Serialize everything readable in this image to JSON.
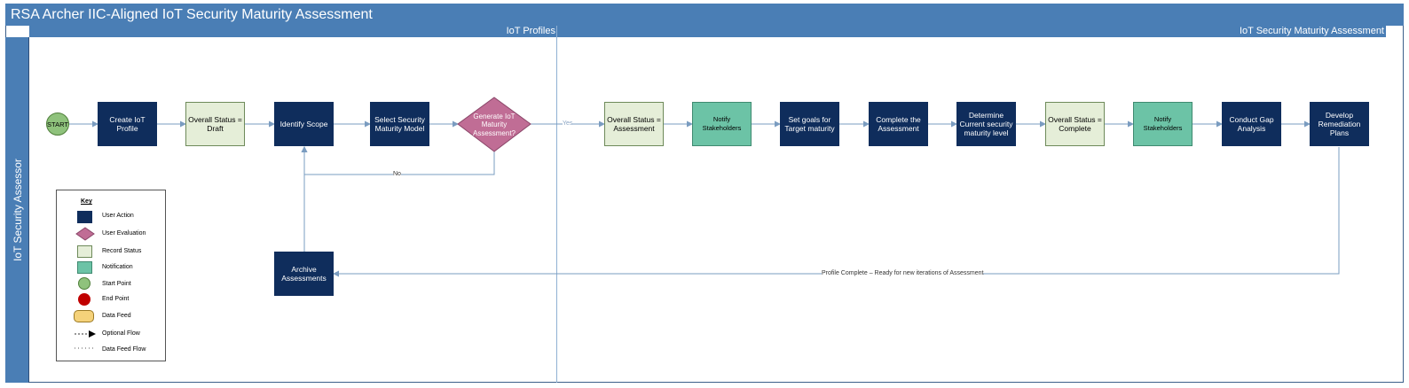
{
  "title": "RSA Archer IIC-Aligned IoT Security Maturity Assessment",
  "phases": [
    "IoT Profiles",
    "IoT Security Maturity Assessment"
  ],
  "lane": "IoT Security Assessor",
  "nodes": {
    "start": "START",
    "create_profile": "Create IoT Profile",
    "status_draft": "Overall Status = Draft",
    "identify_scope": "Identify Scope",
    "select_model": "Select Security Maturity Model",
    "generate": "Generate IoT Maturity Assessment?",
    "status_assessment": "Overall Status = Assessment",
    "notify1": "Notify Stakeholders",
    "set_goals": "Set goals for Target maturity",
    "complete": "Complete the Assessment",
    "determine": "Determine Current security maturity level",
    "status_complete": "Overall Status = Complete",
    "notify2": "Notify Stakeholders",
    "gap": "Conduct Gap Analysis",
    "remediation": "Develop Remediation Plans",
    "archive": "Archive Assessments"
  },
  "flow_labels": {
    "yes": "Yes",
    "no": "No",
    "profile_complete": "Profile Complete – Ready for new iterations of Assessment"
  },
  "key": {
    "title": "Key",
    "items": [
      {
        "label": "User Action",
        "symbol": "square-navy"
      },
      {
        "label": "User Evaluation",
        "symbol": "diamond-mauve"
      },
      {
        "label": "Record Status",
        "symbol": "square-light-green"
      },
      {
        "label": "Notification",
        "symbol": "square-teal"
      },
      {
        "label": "Start Point",
        "symbol": "circle-green"
      },
      {
        "label": "End Point",
        "symbol": "circle-red"
      },
      {
        "label": "Data Feed",
        "symbol": "cylinder-yellow"
      },
      {
        "label": "Optional Flow",
        "symbol": "dashed-arrow"
      },
      {
        "label": "Data Feed Flow",
        "symbol": "dotted-line"
      }
    ]
  },
  "colors": {
    "header": "#4a7eb5",
    "user_action": "#0f2d5c",
    "user_evaluation": "#c06d95",
    "record_status": "#e5eed8",
    "notification": "#6cc3a6",
    "start_point": "#8fc27c",
    "end_point": "#c00000",
    "data_feed": "#f5d27a",
    "connector": "#7a9cc0"
  }
}
